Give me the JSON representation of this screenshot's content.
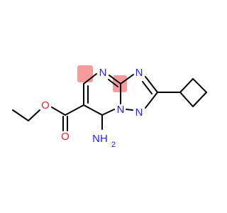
{
  "molecule": {
    "atoms": {
      "n_pyrimidine": "N",
      "n_triazole_top": "N",
      "n_bridge": "N",
      "n_triazole_bottom": "N",
      "o_ether": "O",
      "o_carbonyl": "O",
      "amine": "NH",
      "amine_subscript": "2"
    },
    "colors": {
      "nitrogen": "#1f1fff",
      "oxygen": "#ff1f1f",
      "bond": "#000000",
      "highlight": "#f28b8b"
    }
  }
}
